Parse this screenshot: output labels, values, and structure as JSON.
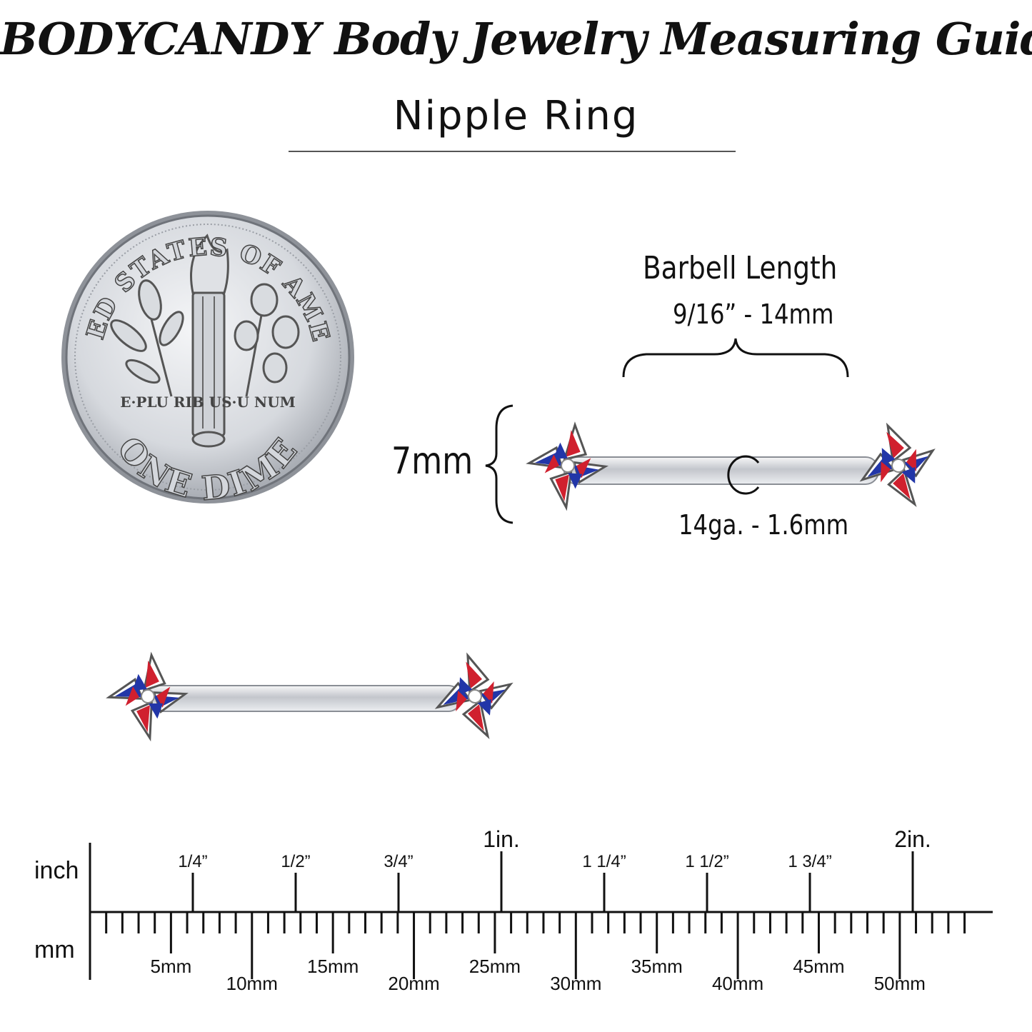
{
  "header": {
    "title": "BODYCANDY Body Jewelry Measuring Guide",
    "subtitle": "Nipple Ring"
  },
  "coin": {
    "top_text": "UNITED STATES OF AMERICA",
    "motto": "E·PLU RIB US·U NUM",
    "bottom_text": "ONE DIME"
  },
  "measurements": {
    "barbell_label": "Barbell Length",
    "barbell_size": "9/16” - 14mm",
    "height": "7mm",
    "gauge": "14ga. - 1.6mm"
  },
  "colors": {
    "red": "#d0202e",
    "blue": "#2236a8",
    "silver": "#c9ccd2"
  },
  "ruler": {
    "inch_label": "inch",
    "mm_label": "mm",
    "inch_marks": [
      {
        "value": 0.25,
        "label": "1/4”"
      },
      {
        "value": 0.5,
        "label": "1/2”"
      },
      {
        "value": 0.75,
        "label": "3/4”"
      },
      {
        "value": 1,
        "label": "1in."
      },
      {
        "value": 1.25,
        "label": "1 1/4”"
      },
      {
        "value": 1.5,
        "label": "1 1/2”"
      },
      {
        "value": 1.75,
        "label": "1 3/4”"
      },
      {
        "value": 2,
        "label": "2in."
      }
    ],
    "mm_labels": [
      "5mm",
      "10mm",
      "15mm",
      "20mm",
      "25mm",
      "30mm",
      "35mm",
      "40mm",
      "45mm",
      "50mm"
    ],
    "mm_max": 54
  }
}
